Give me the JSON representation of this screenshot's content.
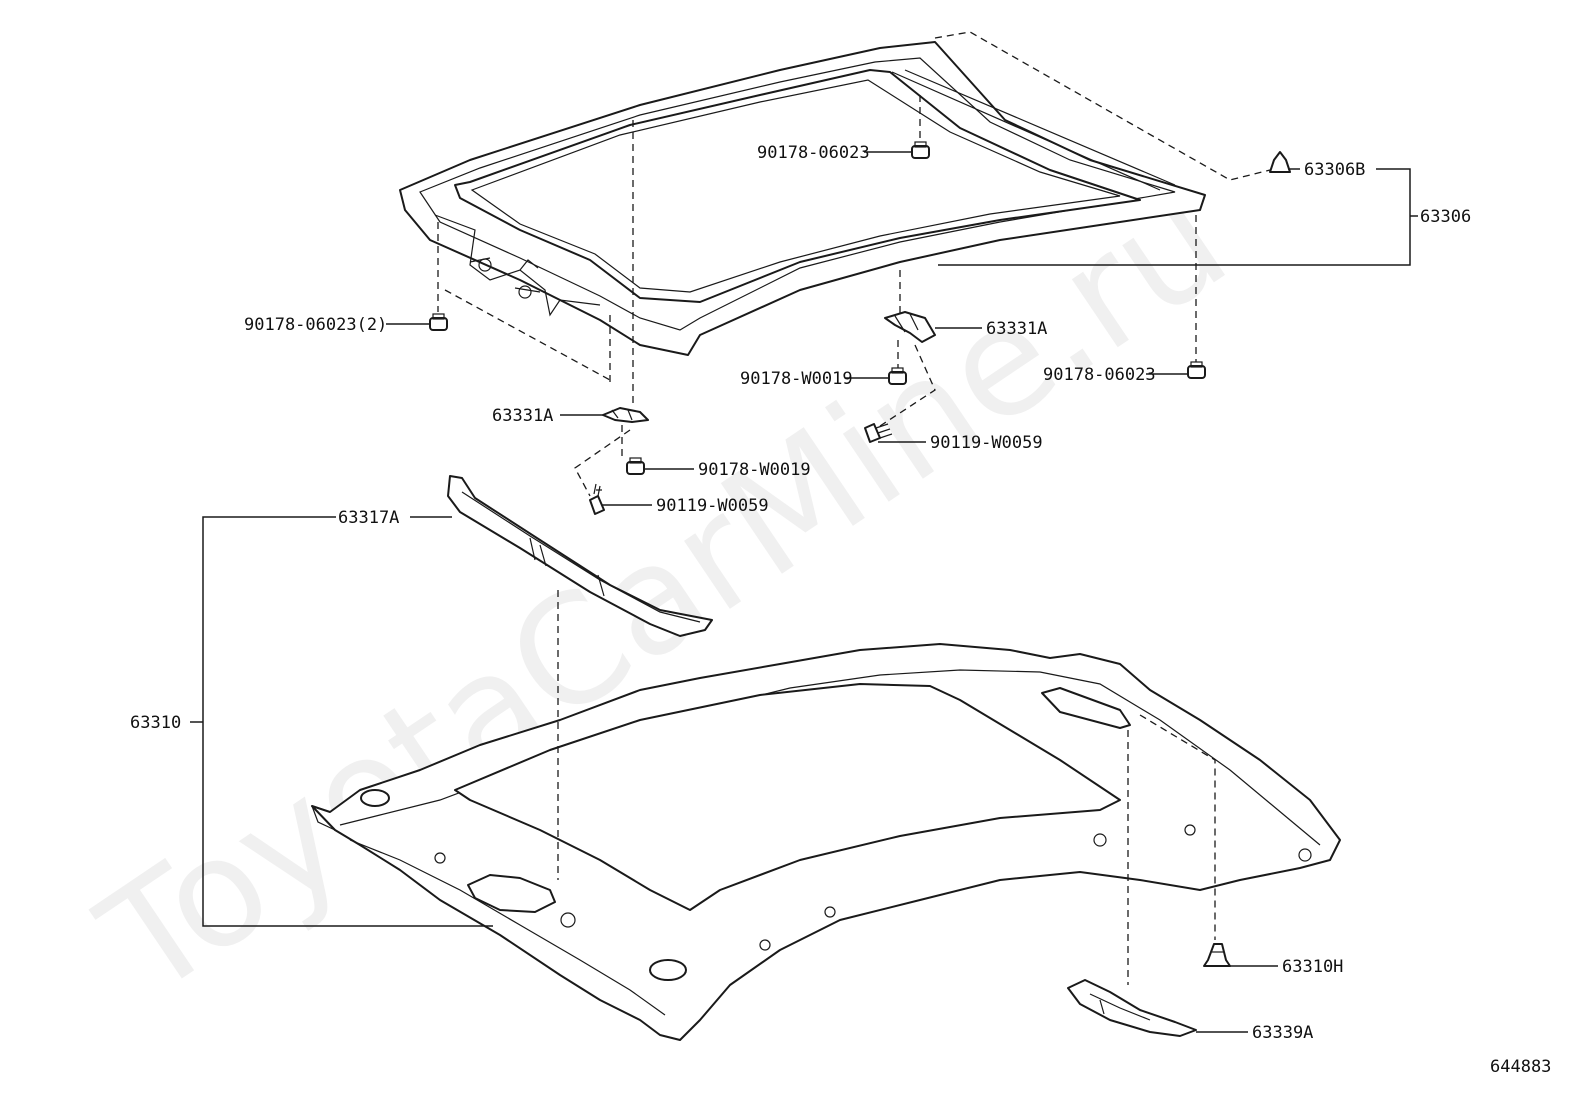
{
  "watermark": "ToyotaCarMine.ru",
  "figure_id": "644883",
  "labels": {
    "l_90178_06023_top": "90178-06023",
    "l_63306B": "63306B",
    "l_63306": "63306",
    "l_90178_06023_2": "90178-06023(2)",
    "l_63331A_right": "63331A",
    "l_90178_W0019_right": "90178-W0019",
    "l_90178_06023_right": "90178-06023",
    "l_63331A_left": "63331A",
    "l_90119_W0059_right": "90119-W0059",
    "l_90178_W0019_left": "90178-W0019",
    "l_90119_W0059_left": "90119-W0059",
    "l_63317A": "63317A",
    "l_63310": "63310",
    "l_63310H": "63310H",
    "l_63339A": "63339A"
  }
}
